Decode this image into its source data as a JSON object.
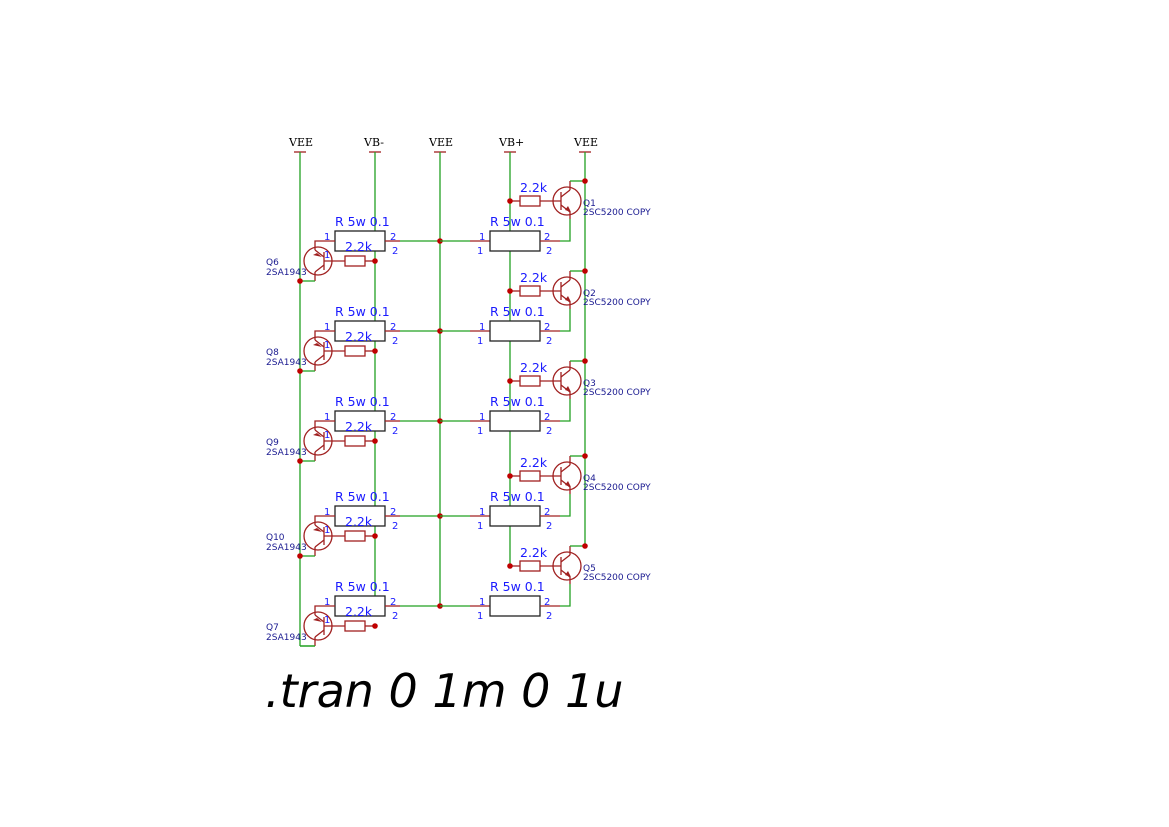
{
  "power_labels": [
    "VEE",
    "VB-",
    "VEE",
    "VB+",
    "VEE"
  ],
  "left_cells": [
    {
      "ref": "Q6",
      "part": "2SA1943",
      "power_resistor": "R 5w 0.1",
      "base_resistor": "2.2k"
    },
    {
      "ref": "Q8",
      "part": "2SA1943",
      "power_resistor": "R 5w 0.1",
      "base_resistor": "2.2k"
    },
    {
      "ref": "Q9",
      "part": "2SA1943",
      "power_resistor": "R 5w 0.1",
      "base_resistor": "2.2k"
    },
    {
      "ref": "Q10",
      "part": "2SA1943",
      "power_resistor": "R 5w 0.1",
      "base_resistor": "2.2k"
    },
    {
      "ref": "Q7",
      "part": "2SA1943",
      "power_resistor": "R 5w 0.1",
      "base_resistor": "2.2k"
    }
  ],
  "right_cells": [
    {
      "ref": "Q1",
      "part": "2SC5200 COPY",
      "power_resistor": "R 5w 0.1",
      "base_resistor": "2.2k"
    },
    {
      "ref": "Q2",
      "part": "2SC5200 COPY",
      "power_resistor": "R 5w 0.1",
      "base_resistor": "2.2k"
    },
    {
      "ref": "Q3",
      "part": "2SC5200 COPY",
      "power_resistor": "R 5w 0.1",
      "base_resistor": "2.2k"
    },
    {
      "ref": "Q4",
      "part": "2SC5200 COPY",
      "power_resistor": "R 5w 0.1",
      "base_resistor": "2.2k"
    },
    {
      "ref": "Q5",
      "part": "2SC5200 COPY",
      "power_resistor": "R 5w 0.1",
      "base_resistor": "2.2k"
    }
  ],
  "pin_labels": {
    "one": "1",
    "two": "2"
  },
  "directive": ".tran 0 1m 0 1u"
}
